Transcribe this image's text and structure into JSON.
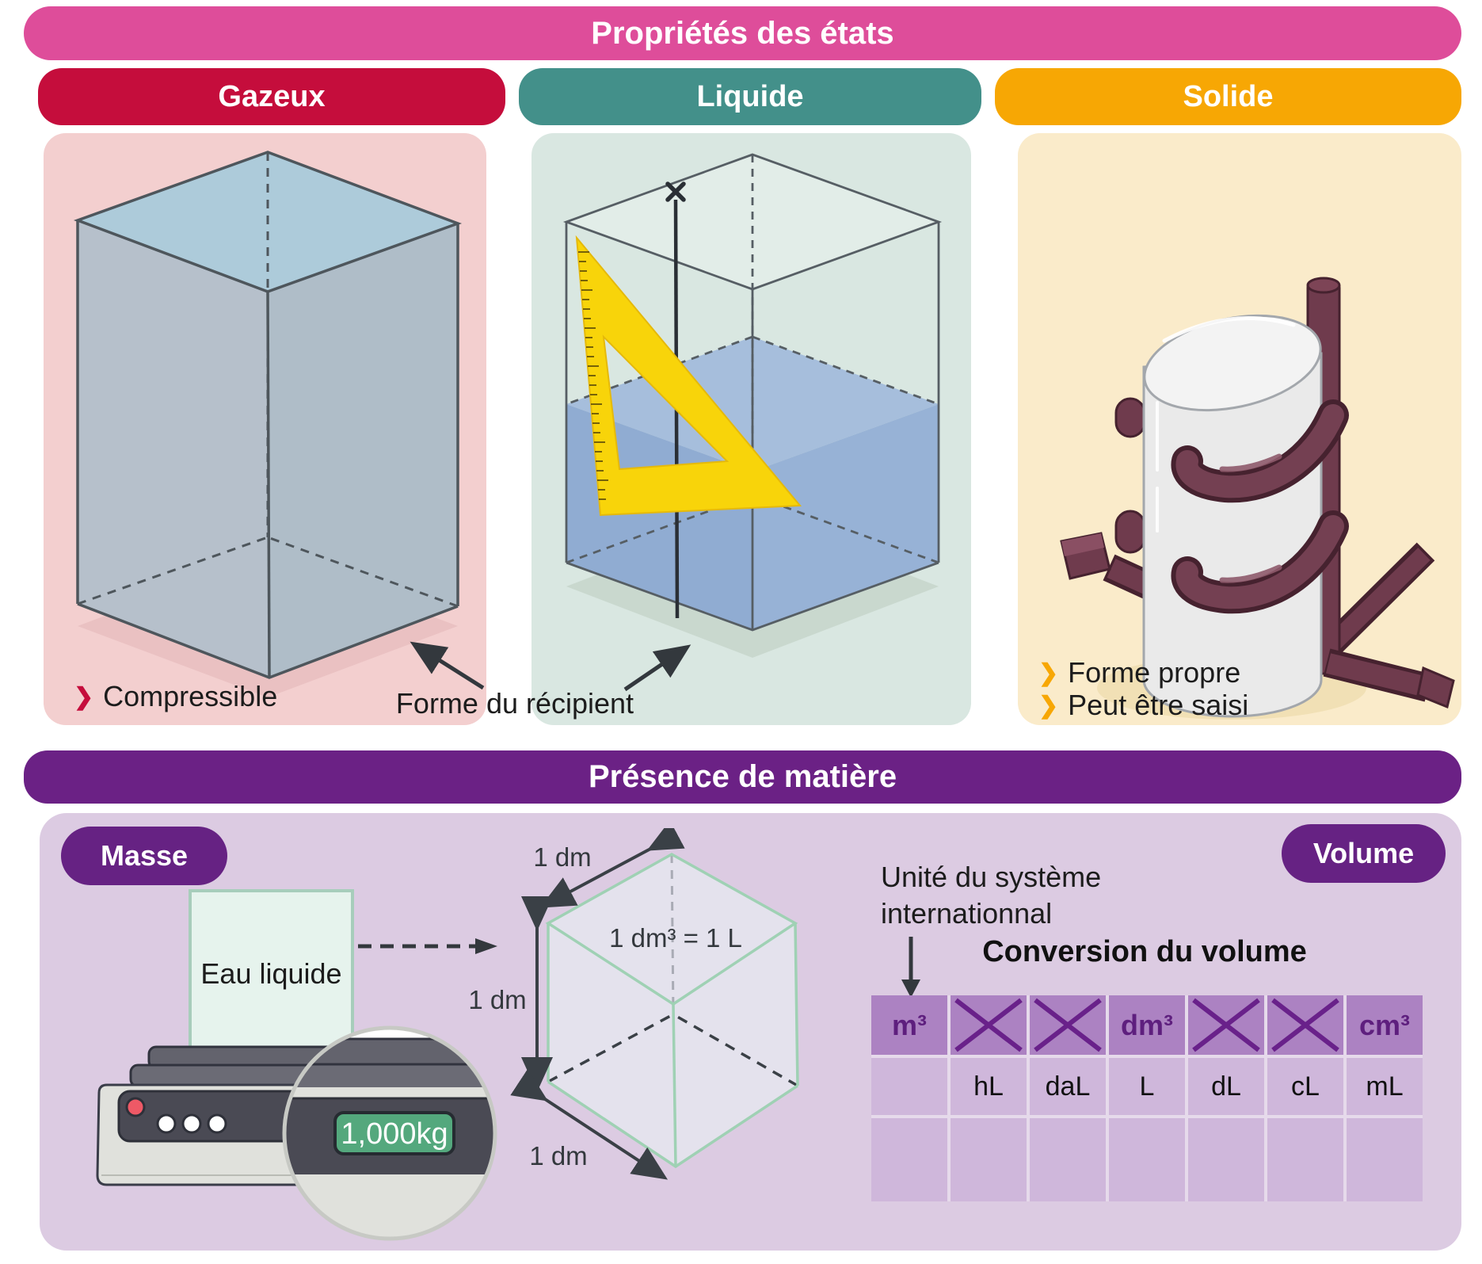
{
  "title": "Propriétés des états",
  "matter_title": "Présence de matière",
  "icons": {
    "chevron": "❯",
    "cross": "✕",
    "arrow": "→"
  },
  "states": {
    "gas": {
      "label": "Gazeux",
      "bullets": [
        "Compressible"
      ]
    },
    "liquid": {
      "label": "Liquide"
    },
    "solid": {
      "label": "Solide",
      "bullets": [
        "Forme propre",
        "Peut être saisi"
      ]
    }
  },
  "labels": {
    "container_shape": "Forme du récipient"
  },
  "mass": {
    "badge": "Masse",
    "sample": "Eau liquide",
    "display": "1,000kg"
  },
  "cube": {
    "edge": "1 dm",
    "equivalence": "1 dm³ = 1 L"
  },
  "volume": {
    "badge": "Volume",
    "si_line1": "Unité du système",
    "si_line2": "internationnal",
    "table_title": "Conversion du volume"
  },
  "volume_table": {
    "headers": [
      "m³",
      "",
      "",
      "dm³",
      "",
      "",
      "cm³"
    ],
    "units_row": [
      "",
      "hL",
      "daL",
      "L",
      "dL",
      "cL",
      "mL"
    ]
  },
  "colors": {
    "title_banner": "#DE4D9A",
    "gas_header": "#C50D3C",
    "liquid_header": "#43908A",
    "solid_header": "#F7A704",
    "matter_banner": "#6B2185",
    "badge_purple": "#662283",
    "gas_panel": "#F3CFCF",
    "liquid_panel": "#D9E7E1",
    "solid_panel": "#FAEBCA",
    "bottom_panel": "#DCCBE2",
    "table_header_cell": "#AC82C2",
    "table_cell": "#CFB7DB",
    "cross_purple": "#69218A",
    "display_green": "#54A87D",
    "liquid_blue": "#90ACD2",
    "stand_plum": "#6F3B4D",
    "set_square_yellow": "#F8D40A"
  }
}
